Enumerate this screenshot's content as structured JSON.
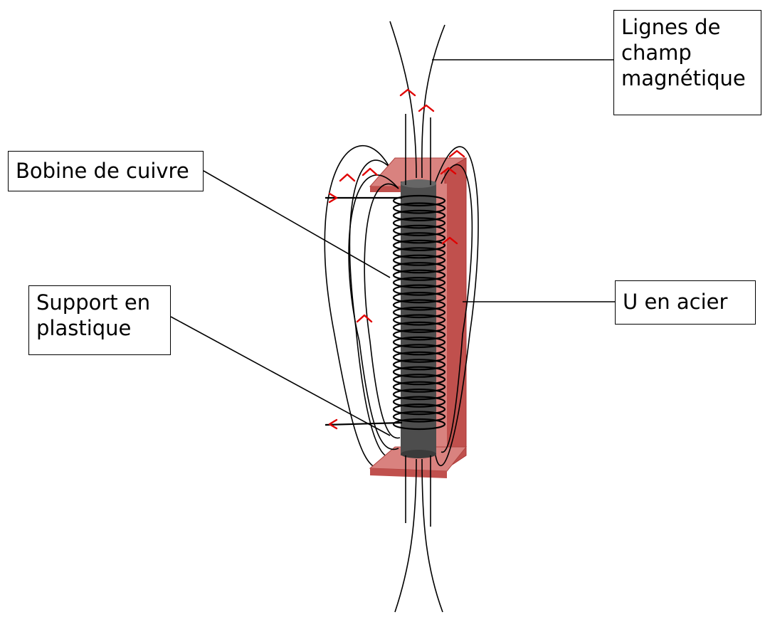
{
  "labels": {
    "field_lines": "Lignes de\nchamp\nmagnétique",
    "copper_coil": "Bobine de cuivre",
    "plastic_support": "Support en\nplastique",
    "steel_u": "U en acier"
  },
  "colors": {
    "steel": "#c0504d",
    "steel_light": "#d9827f",
    "core": "#4d4d4d",
    "arrow": "#e00000",
    "line": "#000000"
  }
}
